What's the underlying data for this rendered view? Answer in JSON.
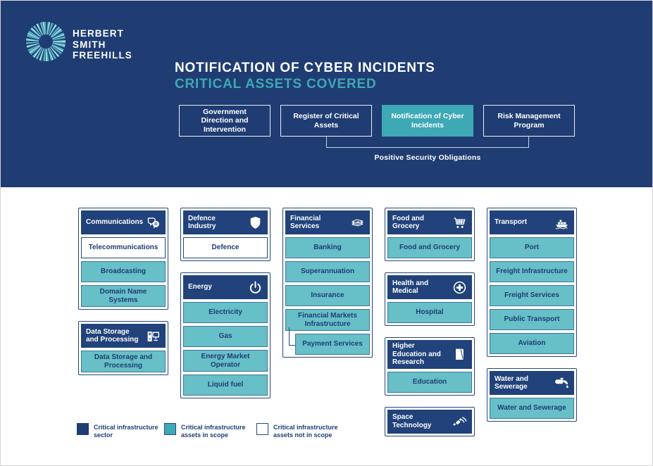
{
  "header": {
    "brand_lines": [
      "HERBERT",
      "SMITH",
      "FREEHILLS"
    ],
    "title_line1": "NOTIFICATION OF CYBER INCIDENTS",
    "title_line2": "CRITICAL ASSETS COVERED",
    "tabs": [
      {
        "label": "Government Direction and Intervention",
        "active": false
      },
      {
        "label": "Register of Critical Assets",
        "active": false
      },
      {
        "label": "Notification of Cyber Incidents",
        "active": true
      },
      {
        "label": "Risk Management Program",
        "active": false
      }
    ],
    "bracket_label": "Positive Security Obligations"
  },
  "colors": {
    "navy": "#1F3D73",
    "teal_accent": "#3EA8B5",
    "teal_item": "#67BFC7"
  },
  "sector_columns": [
    [
      {
        "name": "Communications",
        "icon": "speech-bubbles-icon",
        "assets": [
          {
            "label": "Telecommunications",
            "in_scope": false
          },
          {
            "label": "Broadcasting",
            "in_scope": true
          },
          {
            "label": "Domain Name Systems",
            "in_scope": true
          }
        ]
      },
      {
        "name": "Data Storage and Processing",
        "icon": "computer-icon",
        "assets": [
          {
            "label": "Data Storage and Processing",
            "in_scope": true
          }
        ]
      }
    ],
    [
      {
        "name": "Defence Industry",
        "icon": "shield-icon",
        "assets": [
          {
            "label": "Defence",
            "in_scope": false
          }
        ]
      },
      {
        "name": "Energy",
        "icon": "power-icon",
        "assets": [
          {
            "label": "Electricity",
            "in_scope": true
          },
          {
            "label": "Gas",
            "in_scope": true
          },
          {
            "label": "Energy Market Operator",
            "in_scope": true
          },
          {
            "label": "Liquid fuel",
            "in_scope": true
          }
        ]
      }
    ],
    [
      {
        "name": "Financial Services",
        "icon": "cash-icon",
        "assets": [
          {
            "label": "Banking",
            "in_scope": true
          },
          {
            "label": "Superannuation",
            "in_scope": true
          },
          {
            "label": "Insurance",
            "in_scope": true
          },
          {
            "label": "Financial Markets Infrastructure",
            "in_scope": true
          },
          {
            "label": "Payment Services",
            "in_scope": true,
            "child": true
          }
        ]
      }
    ],
    [
      {
        "name": "Food and Grocery",
        "icon": "cart-icon",
        "assets": [
          {
            "label": "Food and Grocery",
            "in_scope": true
          }
        ]
      },
      {
        "name": "Health and Medical",
        "icon": "medical-cross-icon",
        "assets": [
          {
            "label": "Hospital",
            "in_scope": true
          }
        ]
      },
      {
        "name": "Higher Education and Research",
        "icon": "book-icon",
        "assets": [
          {
            "label": "Education",
            "in_scope": true
          }
        ]
      },
      {
        "name": "Space Technology",
        "icon": "satellite-icon",
        "assets": []
      }
    ],
    [
      {
        "name": "Transport",
        "icon": "ship-icon",
        "assets": [
          {
            "label": "Port",
            "in_scope": true
          },
          {
            "label": "Freight Infrastructure",
            "in_scope": true
          },
          {
            "label": "Freight Services",
            "in_scope": true
          },
          {
            "label": "Public Transport",
            "in_scope": true
          },
          {
            "label": "Aviation",
            "in_scope": true
          }
        ]
      },
      {
        "name": "Water and Sewerage",
        "icon": "tap-icon",
        "assets": [
          {
            "label": "Water and Sewerage",
            "in_scope": true
          }
        ]
      }
    ]
  ],
  "legend": [
    {
      "swatch": "sector",
      "label": "Critical infrastructure sector"
    },
    {
      "swatch": "in-scope",
      "label": "Critical infrastructure assets in scope"
    },
    {
      "swatch": "not-in-scope",
      "label": "Critical infrastructure assets not in scope"
    }
  ]
}
